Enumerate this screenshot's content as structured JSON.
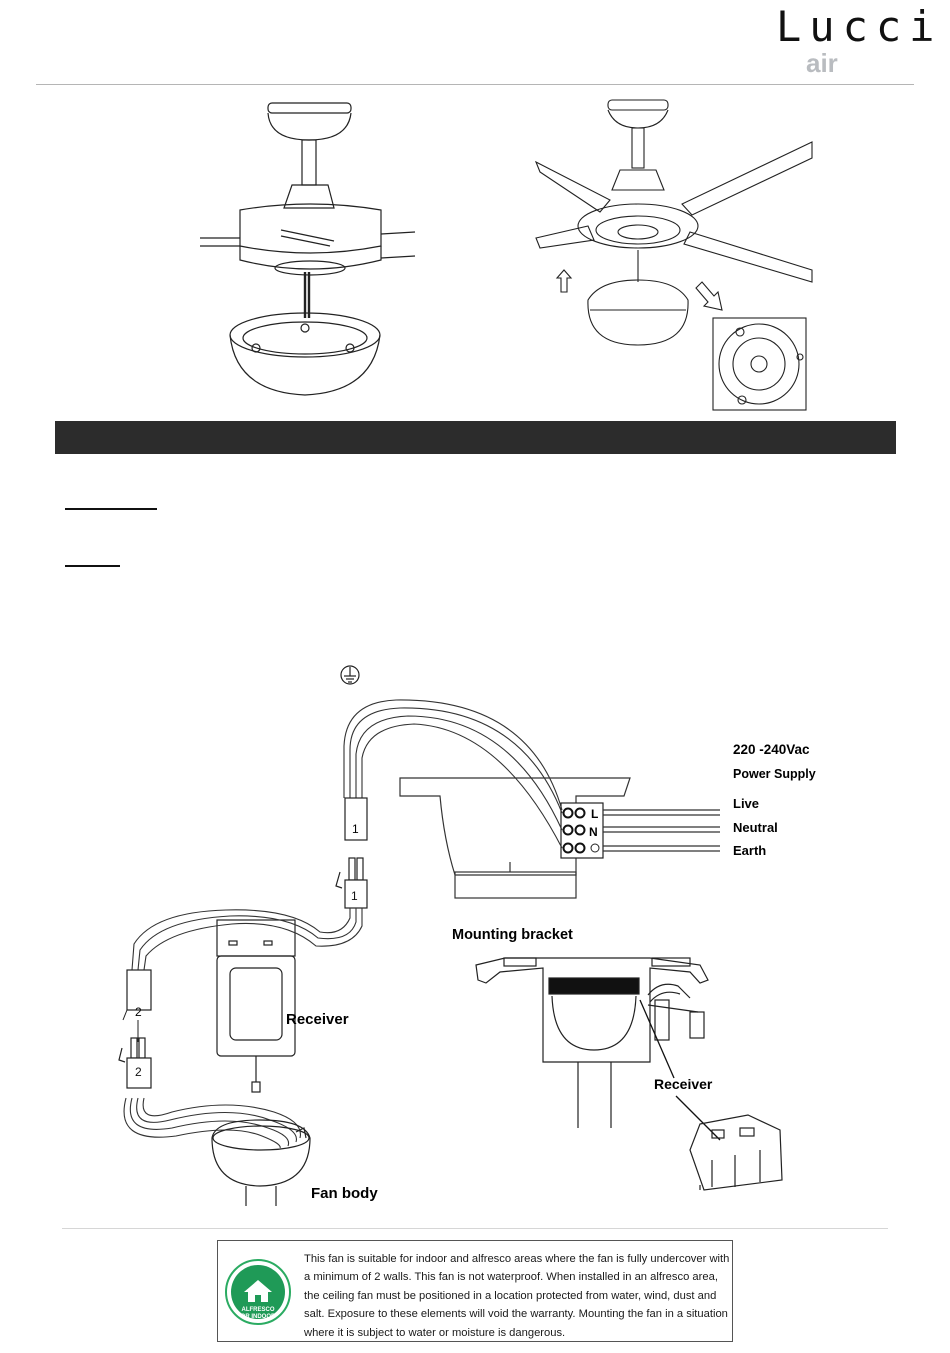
{
  "brand": {
    "logo_word": "Lucci",
    "logo_sub": "air"
  },
  "diagram": {
    "wiring": {
      "supply": "220 -240Vac",
      "supply_sub": "Power Supply",
      "live": "Live",
      "neutral": "Neutral",
      "earth": "Earth",
      "terminal_l": "L",
      "terminal_n": "N",
      "connector_1": "1",
      "connector_2": "2"
    },
    "labels": {
      "receiver": "Receiver",
      "fan_body": "Fan body",
      "mounting_bracket": "Mounting bracket",
      "receiver_2": "Receiver"
    }
  },
  "notice": {
    "badge_text": "ALFRESCO OR INDOOR",
    "text": "This fan is suitable for indoor and alfresco areas where the fan is fully undercover with a minimum of 2 walls. This fan is not waterproof. When installed in an alfresco area, the ceiling fan must be positioned in a location protected from water, wind, dust and salt. Exposure to these elements will void the warranty. Mounting the fan in a situation where it is subject to water or moisture is dangerous.",
    "colors": {
      "badge_green": "#1f9a57",
      "badge_ring": "#2bab62"
    }
  }
}
